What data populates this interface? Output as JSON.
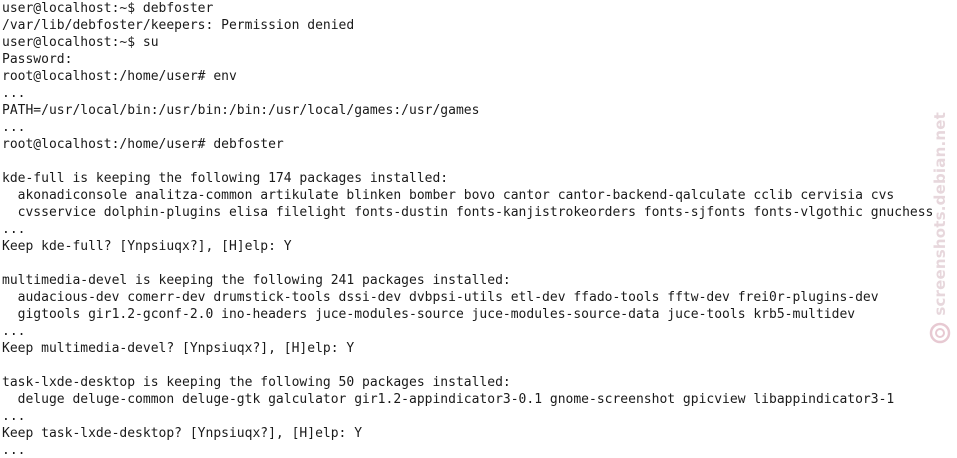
{
  "terminal": {
    "lines": [
      "user@localhost:~$ debfoster",
      "/var/lib/debfoster/keepers: Permission denied",
      "user@localhost:~$ su",
      "Password:",
      "root@localhost:/home/user# env",
      "...",
      "PATH=/usr/local/bin:/usr/bin:/bin:/usr/local/games:/usr/games",
      "...",
      "root@localhost:/home/user# debfoster",
      "",
      "kde-full is keeping the following 174 packages installed:",
      "  akonadiconsole analitza-common artikulate blinken bomber bovo cantor cantor-backend-qalculate cclib cervisia cvs",
      "  cvsservice dolphin-plugins elisa filelight fonts-dustin fonts-kanjistrokeorders fonts-sjfonts fonts-vlgothic gnuchess",
      "...",
      "Keep kde-full? [Ynpsiuqx?], [H]elp: Y",
      "",
      "multimedia-devel is keeping the following 241 packages installed:",
      "  audacious-dev comerr-dev drumstick-tools dssi-dev dvbpsi-utils etl-dev ffado-tools fftw-dev frei0r-plugins-dev",
      "  gigtools gir1.2-gconf-2.0 ino-headers juce-modules-source juce-modules-source-data juce-tools krb5-multidev",
      "...",
      "Keep multimedia-devel? [Ynpsiuqx?], [H]elp: Y",
      "",
      "task-lxde-desktop is keeping the following 50 packages installed:",
      "  deluge deluge-common deluge-gtk galculator gir1.2-appindicator3-0.1 gnome-screenshot gpicview libappindicator3-1",
      "...",
      "Keep task-lxde-desktop? [Ynpsiuqx?], [H]elp: Y",
      "..."
    ]
  },
  "watermark": {
    "text": "screenshots.debian.net",
    "color": "#e7d7dc"
  },
  "colors": {
    "background": "#ffffff",
    "foreground": "#1a1a1a"
  }
}
